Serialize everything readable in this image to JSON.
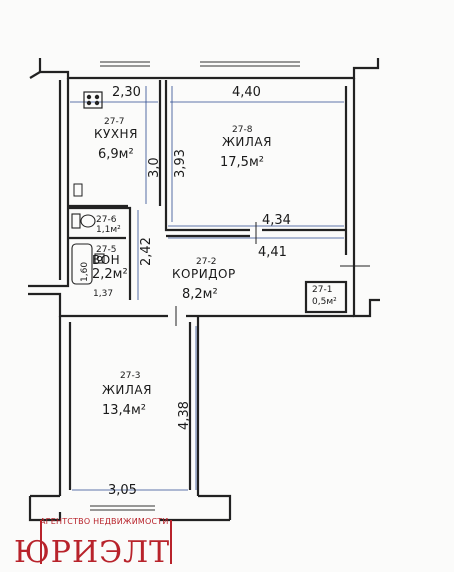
{
  "rooms": {
    "kitchen": {
      "code": "27-7",
      "name": "КУХНЯ",
      "area": "6,9м²"
    },
    "living1": {
      "code": "27-8",
      "name": "ЖИЛАЯ",
      "area": "17,5м²"
    },
    "closet": {
      "code": "27-6",
      "area": "1,1м²"
    },
    "bath": {
      "code": "27-5",
      "name": "ВОН",
      "area": "2,2м²"
    },
    "corridor": {
      "code": "27-2",
      "name": "КОРИДОР",
      "area": "8,2м²"
    },
    "storage": {
      "code": "27-1",
      "area": "0,5м²"
    },
    "living2": {
      "code": "27-3",
      "name": "ЖИЛАЯ",
      "area": "13,4м²"
    }
  },
  "dimensions": {
    "kitchen_width": "2,30",
    "living1_width": "4,40",
    "kitchen_height": "3,0",
    "living1_height": "3,93",
    "living1_bottom": "4,34",
    "corridor_width": "4,41",
    "corridor_height": "2,42",
    "bath_height": "1,60",
    "bath_width": "1,37",
    "living2_height": "4,38",
    "living2_width": "3,05"
  },
  "watermark": {
    "agency": "АГЕНТСТВО НЕДВИЖИМОСТИ",
    "brand": "ЮРИЭЛТ"
  }
}
